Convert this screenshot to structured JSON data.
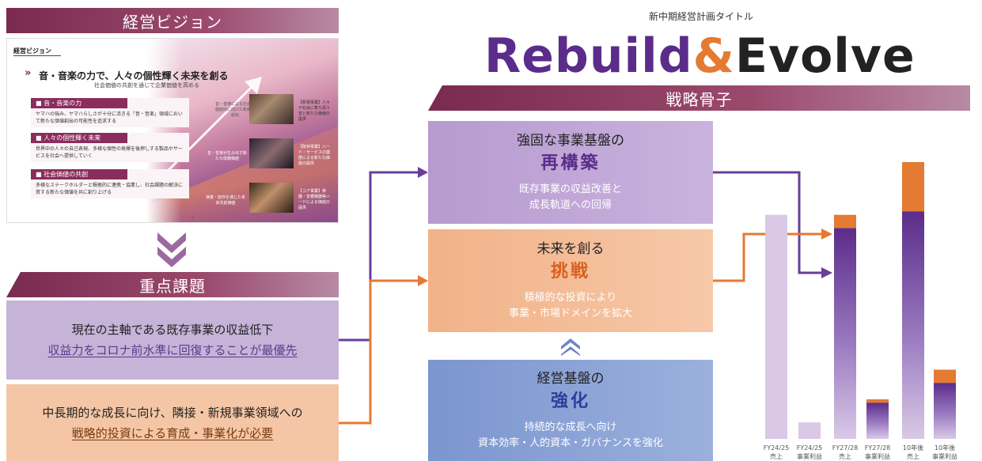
{
  "left": {
    "vision_header": "経営ビジョン",
    "slide": {
      "tag": "経営ビジョン",
      "title": "音・音楽の力で、人々の個性輝く未来を創る",
      "subtitle": "社会価値の共創を通じて企業価値を高める",
      "items": [
        {
          "heading": "■ 音・音楽の力",
          "text": "ヤマハの強み、ヤマハらしさが十分に活きる「音・音楽」領域において新たな価値創出の可能性を追求する"
        },
        {
          "heading": "■ 人々の個性輝く未来",
          "text": "世界中の人々の自己表現、多様な個性の発揮を後押しする製品やサービスを社会へ提供していく"
        },
        {
          "heading": "■ 社会価値の共創",
          "text": "多様なステークホルダーと積極的に連携・協業し、社会課題の解決に資する新たな価値を共に創り上げる"
        }
      ],
      "photo_labels": [
        "音・音楽による社会価値創出に向けた新価値創出",
        "音・音楽が生み出す新たな体験価値",
        "演奏・創作を通じた未来共創価値"
      ],
      "side_labels": [
        "【新規事業】人々や社会に寄り添う音と新たな価値の提供",
        "【既存事業】ハード・サービスの連携による新たな価値の提供",
        "【コア事業】楽器・音響機器等ハードによる価値の提供"
      ],
      "page": "7"
    },
    "issues_header": "重点課題",
    "issue1": {
      "line1": "現在の主軸である既存事業の収益低下",
      "line2": "収益力をコロナ前水準に回復することが最優先"
    },
    "issue2": {
      "line1": "中長期的な成長に向け、隣接・新規事業領域への",
      "line2": "戦略的投資による育成・事業化が必要"
    }
  },
  "right": {
    "plan_subtitle": "新中期経営計画タイトル",
    "plan_title_a": "Rebuild",
    "plan_title_amp": "&",
    "plan_title_b": "Evolve",
    "strategy_header": "戦略骨子",
    "boxes": [
      {
        "t1": "強固な事業基盤の",
        "t2": "再構築",
        "t3a": "既存事業の収益改善と",
        "t3b": "成長軌道への回帰"
      },
      {
        "t1": "未来を創る",
        "t2": "挑戦",
        "t3a": "積極的な投資により",
        "t3b": "事業・市場ドメインを拡大"
      },
      {
        "t1": "経営基盤の",
        "t2": "強化",
        "t3a": "持続的な成長へ向け",
        "t3b": "資本効率・人的資本・ガバナンスを強化"
      }
    ],
    "colors": {
      "purple": "#5b2c8a",
      "orange": "#e57a32",
      "lavender": "#d9c9e6",
      "maroon": "#7a2a4f"
    }
  },
  "chart_data": {
    "type": "bar",
    "categories": [
      "FY24/25 売上",
      "FY24/25 事業利益",
      "FY27/28 売上",
      "FY27/28 事業利益",
      "10年後 売上",
      "10年後 事業利益"
    ],
    "series": [
      {
        "values": [
          68,
          5,
          64,
          11,
          69,
          17
        ]
      },
      {
        "values": [
          0,
          0,
          4,
          1,
          15,
          4
        ]
      }
    ],
    "ylim": [
      0,
      90
    ],
    "title": "",
    "xlabel": "",
    "ylabel": ""
  }
}
